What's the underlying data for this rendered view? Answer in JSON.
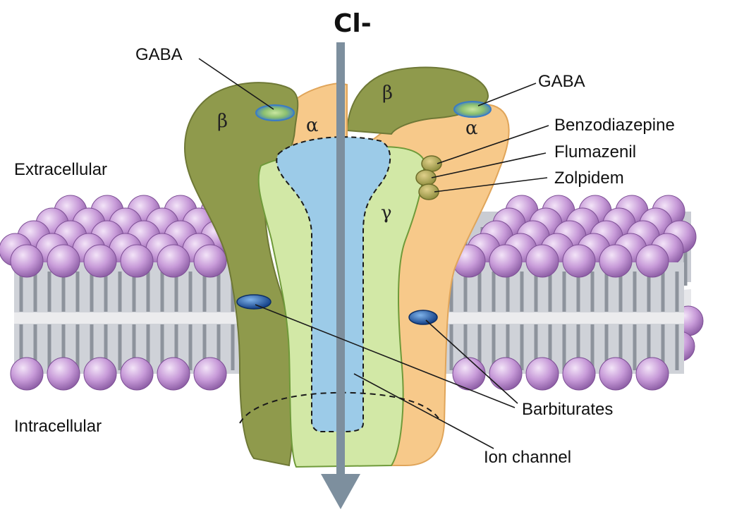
{
  "ion": "Cl-",
  "regions": {
    "extracellular": "Extracellular",
    "intracellular": "Intracellular"
  },
  "subunits": {
    "beta_left": "β",
    "alpha_left": "α",
    "beta_right": "β",
    "alpha_right": "α",
    "gamma": "γ"
  },
  "labels": {
    "gaba_left": "GABA",
    "gaba_right": "GABA",
    "benzodiazepine": "Benzodiazepine",
    "flumazenil": "Flumazenil",
    "zolpidem": "Zolpidem",
    "barbiturates": "Barbiturates",
    "ion_channel": "Ion channel"
  },
  "colors": {
    "beta_subunit": "#8f9a4c",
    "alpha_subunit": "#f7c98a",
    "gamma_subunit": "#d2e8a6",
    "channel_pore": "#9ccbe8",
    "lipid_head": "#c79ad8",
    "gaba_site": "#6fa8dc",
    "barbiturate_site": "#1f5fb0",
    "arrow": "#7d8f9e"
  }
}
